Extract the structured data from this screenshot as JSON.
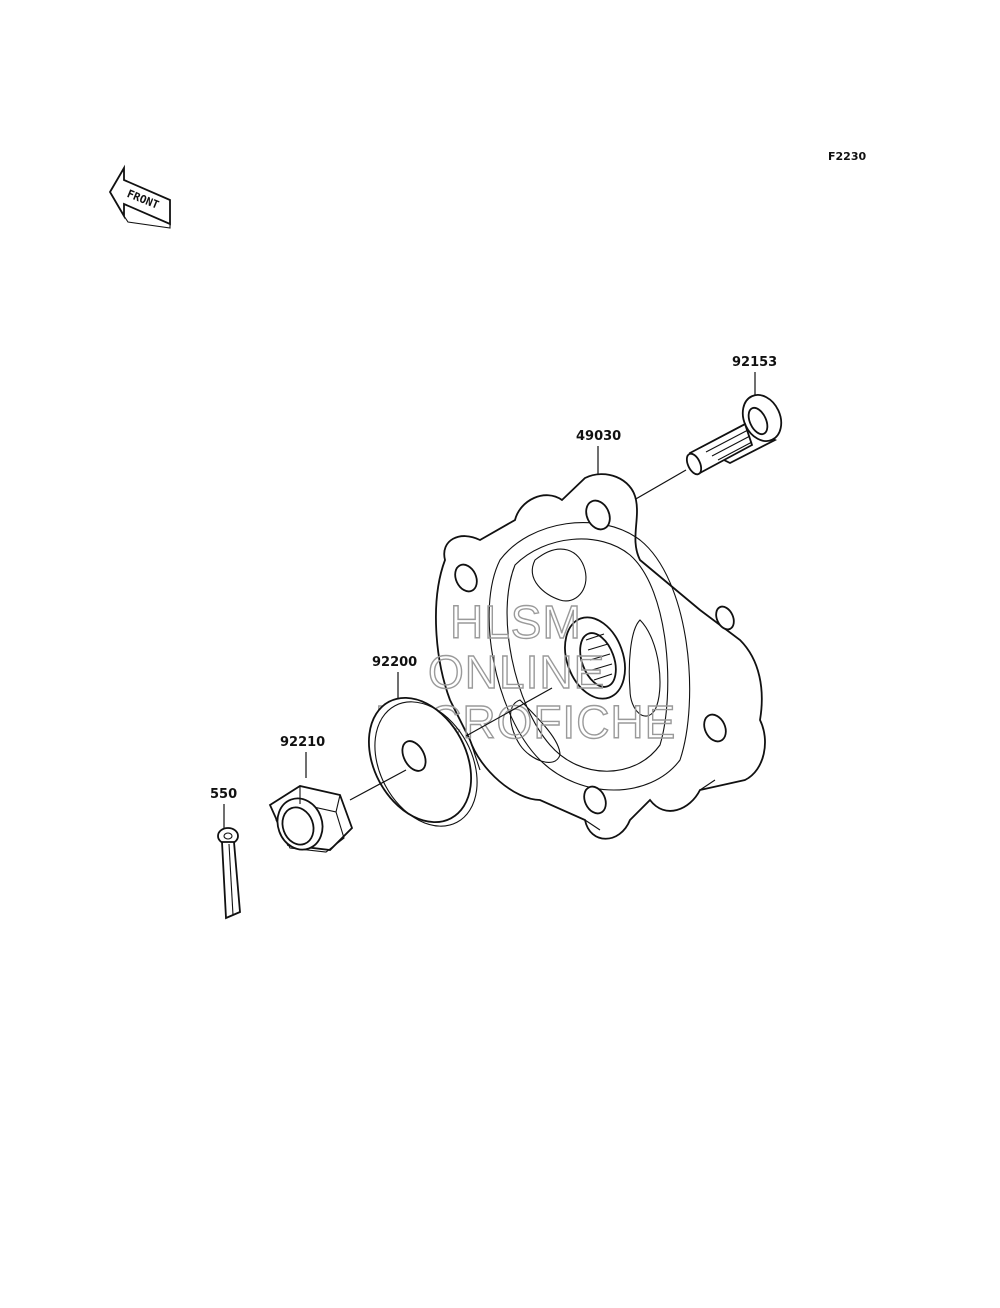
{
  "figure_code": "F2230",
  "front_label": "FRONT",
  "parts": {
    "p92153": "92153",
    "p49030": "49030",
    "p92200": "92200",
    "p92210": "92210",
    "p550": "550"
  },
  "watermark": {
    "line1": "HLSM",
    "line2": "ONLINE",
    "line3": "MICROFICHE"
  }
}
